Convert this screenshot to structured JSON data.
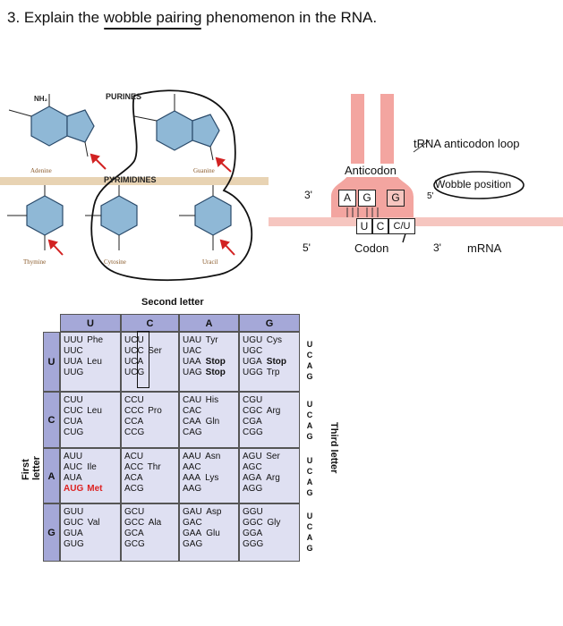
{
  "question": {
    "number": "3.",
    "pre": "Explain the",
    "underlined": "wobble pairing",
    "post": "phenomenon in the RNA."
  },
  "bases": {
    "purines_title": "PURINES",
    "pyrimidines_title": "PYRIMIDINES",
    "adenine": "Adenine",
    "guanine": "Guanine",
    "thymine": "Thymine",
    "cytosine": "Cytosine",
    "uracil": "Uracil"
  },
  "trna": {
    "loop_label": "tRNA anticodon loop",
    "anticodon_label": "Anticodon",
    "wobble_label": "Wobble position",
    "codon_label": "Codon",
    "mrna_label": "mRNA",
    "end3_top": "3'",
    "end5_bottom": "5'",
    "end5_wobble": "5'",
    "end3_mrna": "3'",
    "anticodon": [
      "A",
      "G",
      "G"
    ],
    "codon": [
      "U",
      "C",
      "C/U"
    ]
  },
  "codon_table": {
    "title": "Second letter",
    "first_letter_label": "First letter",
    "third_letter_label": "Third letter",
    "second_letters": [
      "U",
      "C",
      "A",
      "G"
    ],
    "first_letters": [
      "U",
      "C",
      "A",
      "G"
    ],
    "third_letters": [
      "U",
      "C",
      "A",
      "G"
    ],
    "cells": [
      [
        {
          "codons": [
            "UUU",
            "UUC",
            "UUA",
            "UUG"
          ],
          "aa": [
            "Phe",
            "",
            "Leu",
            ""
          ]
        },
        {
          "codons": [
            "UCU",
            "UCC",
            "UCA",
            "UCG"
          ],
          "aa": [
            "",
            "Ser",
            "",
            ""
          ]
        },
        {
          "codons": [
            "UAU",
            "UAC",
            "UAA",
            "UAG"
          ],
          "aa": [
            "Tyr",
            "",
            "Stop",
            "Stop"
          ]
        },
        {
          "codons": [
            "UGU",
            "UGC",
            "UGA",
            "UGG"
          ],
          "aa": [
            "Cys",
            "",
            "Stop",
            "Trp"
          ]
        }
      ],
      [
        {
          "codons": [
            "CUU",
            "CUC",
            "CUA",
            "CUG"
          ],
          "aa": [
            "",
            "Leu",
            "",
            ""
          ]
        },
        {
          "codons": [
            "CCU",
            "CCC",
            "CCA",
            "CCG"
          ],
          "aa": [
            "",
            "Pro",
            "",
            ""
          ]
        },
        {
          "codons": [
            "CAU",
            "CAC",
            "CAA",
            "CAG"
          ],
          "aa": [
            "His",
            "",
            "Gln",
            ""
          ]
        },
        {
          "codons": [
            "CGU",
            "CGC",
            "CGA",
            "CGG"
          ],
          "aa": [
            "",
            "Arg",
            "",
            ""
          ]
        }
      ],
      [
        {
          "codons": [
            "AUU",
            "AUC",
            "AUA",
            "AUG"
          ],
          "aa": [
            "",
            "Ile",
            "",
            "Met"
          ]
        },
        {
          "codons": [
            "ACU",
            "ACC",
            "ACA",
            "ACG"
          ],
          "aa": [
            "",
            "Thr",
            "",
            ""
          ]
        },
        {
          "codons": [
            "AAU",
            "AAC",
            "AAA",
            "AAG"
          ],
          "aa": [
            "Asn",
            "",
            "Lys",
            ""
          ]
        },
        {
          "codons": [
            "AGU",
            "AGC",
            "AGA",
            "AGG"
          ],
          "aa": [
            "Ser",
            "",
            "Arg",
            ""
          ]
        }
      ],
      [
        {
          "codons": [
            "GUU",
            "GUC",
            "GUA",
            "GUG"
          ],
          "aa": [
            "",
            "Val",
            "",
            ""
          ]
        },
        {
          "codons": [
            "GCU",
            "GCC",
            "GCA",
            "GCG"
          ],
          "aa": [
            "",
            "Ala",
            "",
            ""
          ]
        },
        {
          "codons": [
            "GAU",
            "GAC",
            "GAA",
            "GAG"
          ],
          "aa": [
            "Asp",
            "",
            "Glu",
            ""
          ]
        },
        {
          "codons": [
            "GGU",
            "GGC",
            "GGA",
            "GGG"
          ],
          "aa": [
            "",
            "Gly",
            "",
            ""
          ]
        }
      ]
    ]
  },
  "colors": {
    "accent_red": "#d22222",
    "table_header": "#a5a8d8",
    "table_cell": "#dfe0f2",
    "trna_pink": "#f3a5a0",
    "base_blue": "#8fb8d6",
    "backbone_tan": "#e8d3b3"
  }
}
